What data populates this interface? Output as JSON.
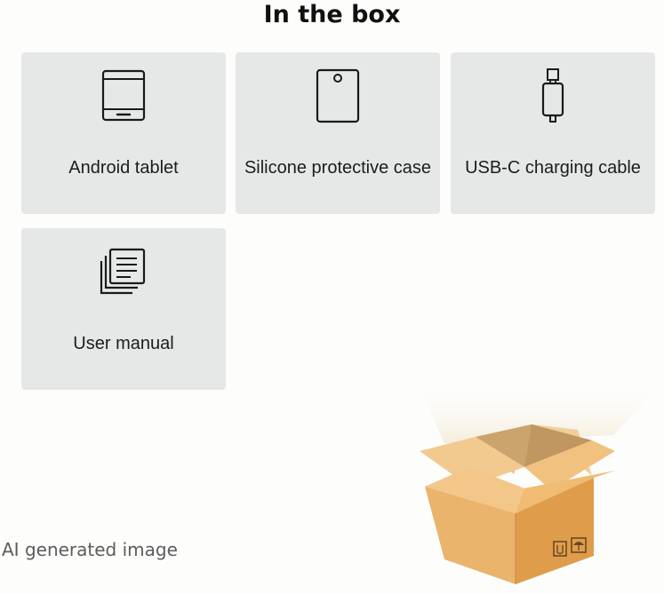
{
  "title": "In the box",
  "items": [
    {
      "label": "Android tablet",
      "icon": "tablet-icon"
    },
    {
      "label": "Silicone protective case",
      "icon": "case-icon"
    },
    {
      "label": "USB-C charging cable",
      "icon": "usb-cable-icon"
    },
    {
      "label": "User manual",
      "icon": "manual-icon"
    }
  ],
  "caption": "AI generated image",
  "colors": {
    "card_background": "#e6e8e7",
    "box_brown": "#e3a358",
    "icon_stroke": "#1a1a1a"
  }
}
